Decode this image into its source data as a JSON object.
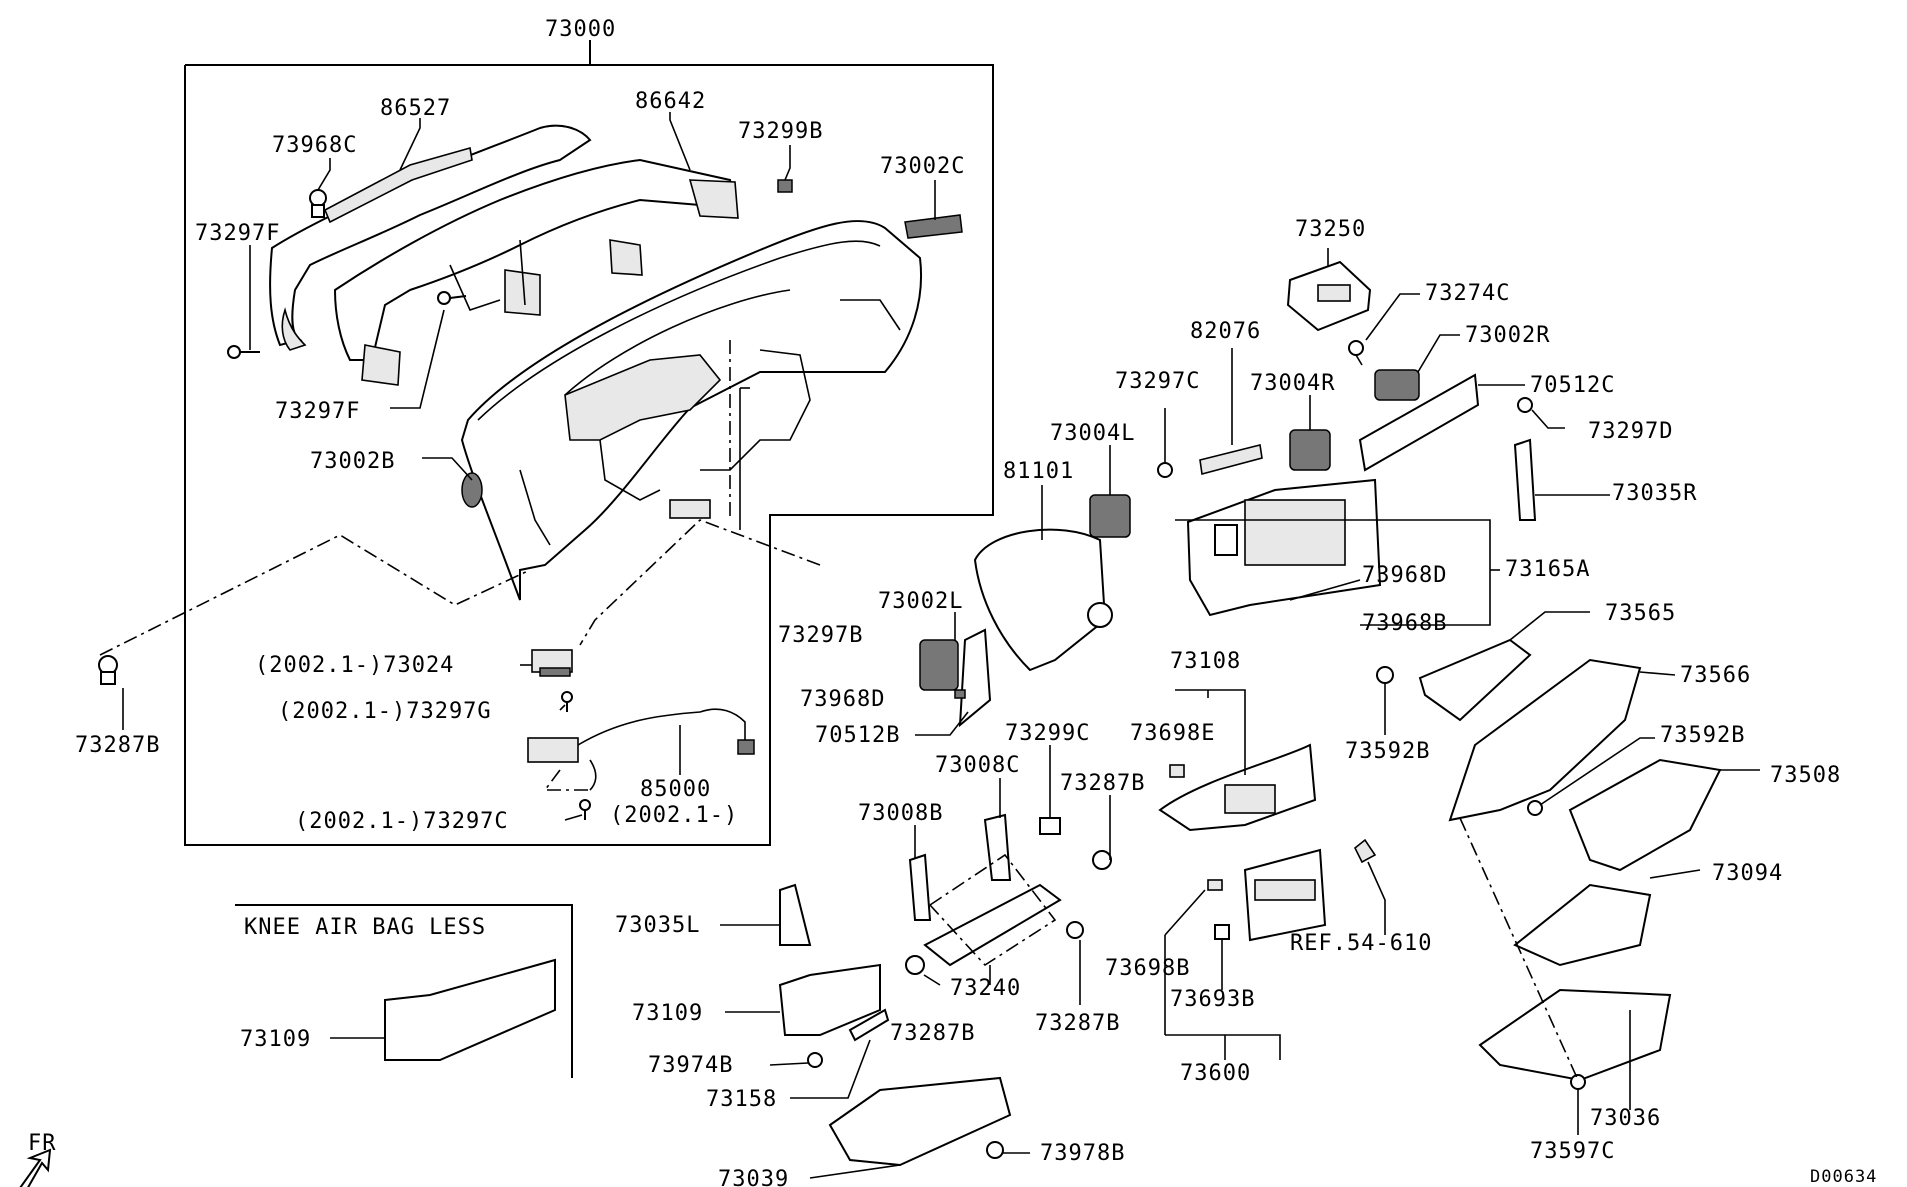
{
  "diagram": {
    "code": "D00634",
    "frame_note": "KNEE AIR BAG LESS",
    "direction": "FR",
    "labels": {
      "p73000": "73000",
      "p86527": "86527",
      "p86642": "86642",
      "p73299B": "73299B",
      "p73968C": "73968C",
      "p73002C": "73002C",
      "p73297F_a": "73297F",
      "p73297F_b": "73297F",
      "p73002B": "73002B",
      "p73287B_left": "73287B",
      "p73024": "(2002.1-)73024",
      "p73297G": "(2002.1-)73297G",
      "p73297C_left": "(2002.1-)73297C",
      "p85000": "85000",
      "p85000_note": "(2002.1-)",
      "p73297B": "73297B",
      "p73250": "73250",
      "p73274C": "73274C",
      "p73002R": "73002R",
      "p82076": "82076",
      "p73297C": "73297C",
      "p73004R": "73004R",
      "p70512C": "70512C",
      "p73297D": "73297D",
      "p73004L": "73004L",
      "p81101": "81101",
      "p73035R": "73035R",
      "p73968D_r": "73968D",
      "p73165A": "73165A",
      "p73968B": "73968B",
      "p73002L": "73002L",
      "p73968D_l": "73968D",
      "p70512B": "70512B",
      "p73565": "73565",
      "p73108": "73108",
      "p73566": "73566",
      "p73592B_a": "73592B",
      "p73592B_b": "73592B",
      "p73299C": "73299C",
      "p73698E": "73698E",
      "p73008C": "73008C",
      "p73287B_a": "73287B",
      "p73508": "73508",
      "p73008B": "73008B",
      "p73094": "73094",
      "p73035L": "73035L",
      "p73698B": "73698B",
      "p73240": "73240",
      "p73287B_b": "73287B",
      "p73287B_c": "73287B",
      "p73693B": "73693B",
      "p73109_a": "73109",
      "p73109_b": "73109",
      "p73974B": "73974B",
      "p73158": "73158",
      "p73600": "73600",
      "p73036": "73036",
      "p73039": "73039",
      "p73978B": "73978B",
      "p73597C": "73597C",
      "ref": "REF.54-610"
    }
  }
}
